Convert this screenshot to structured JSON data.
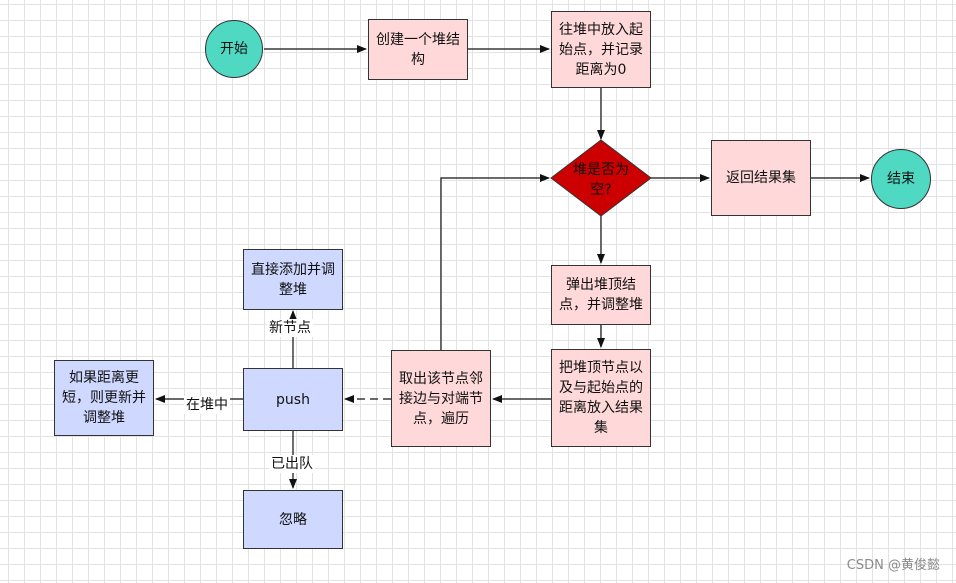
{
  "nodes": {
    "start": "开始",
    "create_heap": "创建一个堆结构",
    "push_start": "往堆中放入起始点，并记录距离为0",
    "heap_empty": "堆是否为空?",
    "return_result": "返回结果集",
    "end": "结束",
    "pop_top": "弹出堆顶结点，并调整堆",
    "add_result": "把堆顶节点以及与起始点的距离放入结果集",
    "traverse": "取出该节点邻接边与对端节点，遍历",
    "push": "push",
    "add_adjust": "直接添加并调整堆",
    "update_adjust": "如果距离更短，则更新并调整堆",
    "ignore": "忽略"
  },
  "edge_labels": {
    "new_node": "新节点",
    "in_heap": "在堆中",
    "dequeued": "已出队"
  },
  "watermark": "CSDN @黄俊懿",
  "colors": {
    "process_fill": "#ffd9d9",
    "branch_fill": "#cfd8ff",
    "terminal_fill": "#4fd8c2",
    "decision_fill": "#cc0000"
  }
}
